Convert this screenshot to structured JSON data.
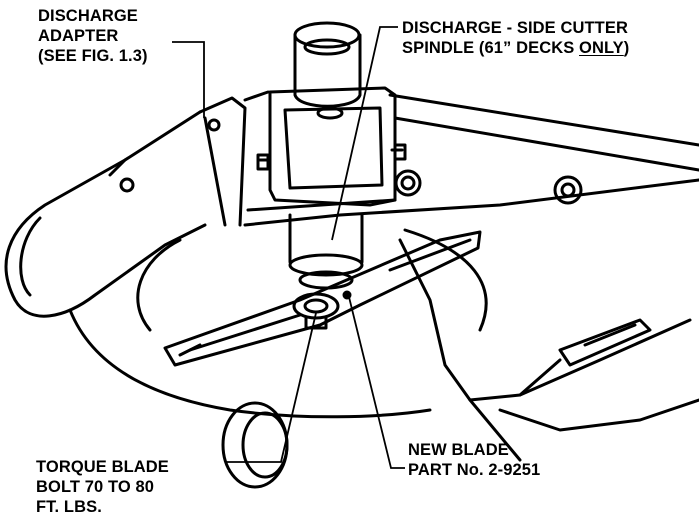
{
  "callouts": {
    "discharge_adapter": [
      "DISCHARGE",
      "ADAPTER",
      "(SEE FIG. 1.3)"
    ],
    "spindle": {
      "line1": "DISCHARGE - SIDE CUTTER",
      "line2_prefix": "SPINDLE (61” DECKS ",
      "line2_emphasis": "ONLY",
      "line2_suffix": ")"
    },
    "torque_blade_bolt": [
      "TORQUE BLADE",
      "BOLT 70 TO 80",
      "FT. LBS."
    ],
    "new_blade": [
      "NEW BLADE",
      "PART No. 2-9251"
    ]
  }
}
